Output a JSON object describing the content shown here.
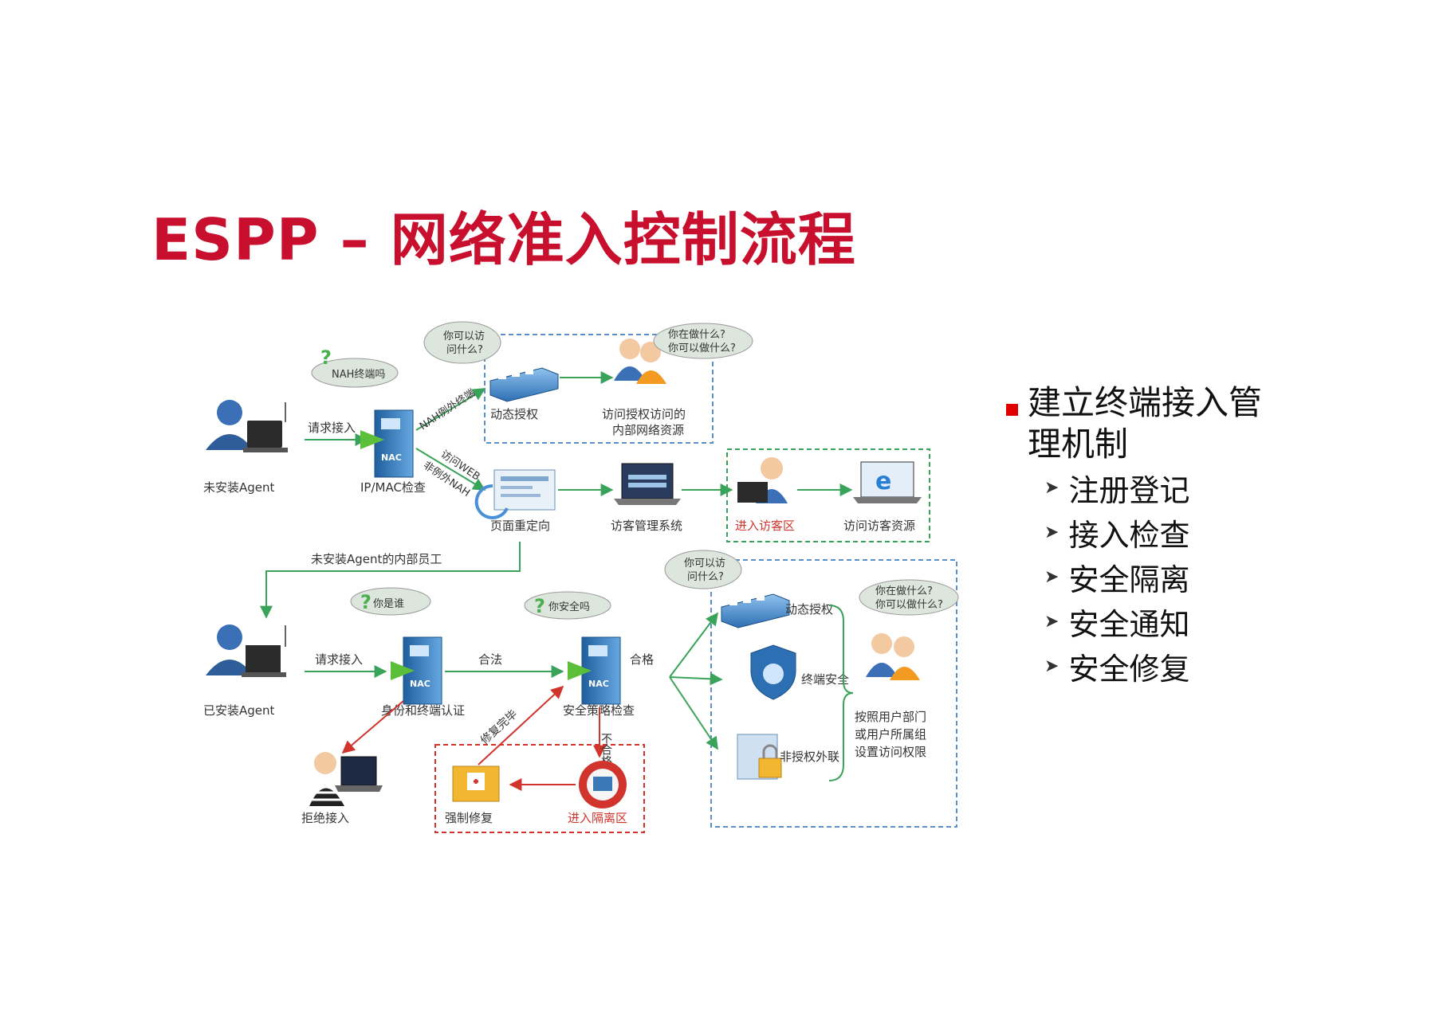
{
  "title": "ESPP – 网络准入控制流程",
  "nodes": {
    "unagent": "未安装Agent",
    "ipmac": "IP/MAC检查",
    "dyn1": "动态授权",
    "res1a": "访问授权访问的",
    "res1b": "内部网络资源",
    "redirect": "页面重定向",
    "guestsys": "访客管理系统",
    "guestzone": "进入访客区",
    "guestres": "访问访客资源",
    "hasagent": "已安装Agent",
    "idauth": "身份和终端认证",
    "policy": "安全策略检查",
    "dyn2": "动态授权",
    "termsec": "终端安全",
    "illegal": "非授权外联",
    "reject": "拒绝接入",
    "forcefix": "强制修复",
    "quarantine": "进入隔离区",
    "perm1": "按照用户部门",
    "perm2": "或用户所属组",
    "perm3": "设置访问权限"
  },
  "edges": {
    "req1": "请求接入",
    "nahex": "NAH例外终端",
    "web": "访问WEB",
    "nonnah": "非例外NAH",
    "staff": "未安装Agent的内部员工",
    "req2": "请求接入",
    "legal": "合法",
    "pass": "合格",
    "fail": "不合格",
    "fixdone": "修复完毕"
  },
  "bubbles": {
    "nah": "NAH终端吗",
    "q1a": "你可以访",
    "q1b": "问什么?",
    "q2a": "你在做什么?",
    "q2b": "你可以做什么?",
    "who": "你是谁",
    "safe": "你安全吗",
    "q3a": "你可以访",
    "q3b": "问什么?",
    "q4a": "你在做什么?",
    "q4b": "你可以做什么?"
  },
  "bullets": {
    "main": "建立终端接入管理机制",
    "items": [
      "注册登记",
      "接入检查",
      "安全隔离",
      "安全通知",
      "安全修复"
    ]
  },
  "colors": {
    "title": "#c8102e",
    "arrow_green": "#3aa35a",
    "arrow_red": "#d0342c",
    "box_blue": "#5b8fc7",
    "box_red": "#d0342c",
    "bullet": "#e00000"
  }
}
